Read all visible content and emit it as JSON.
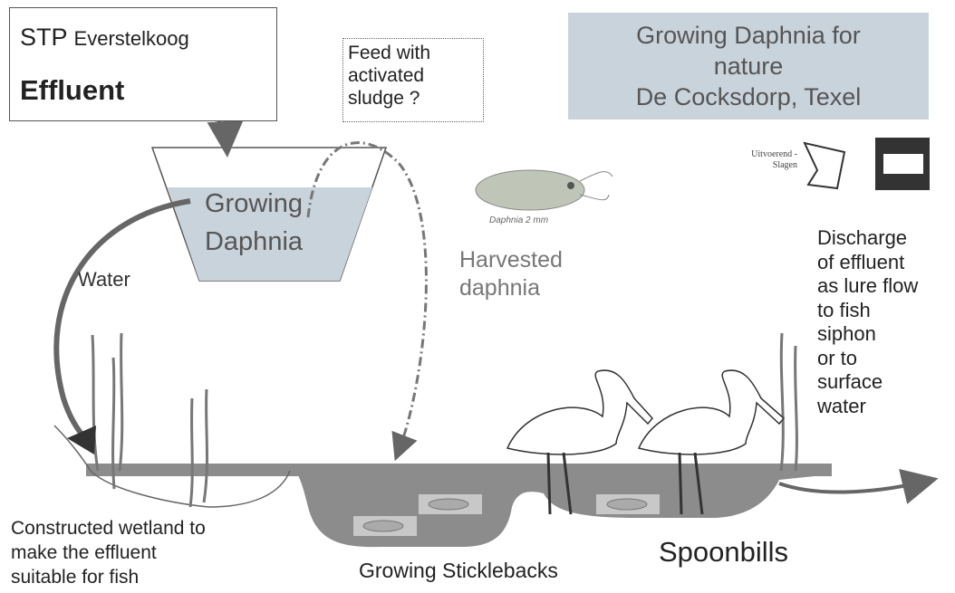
{
  "source_box": {
    "prefix": "STP",
    "name": "Everstelkoog",
    "label": "Effluent"
  },
  "feed_note": [
    "Feed with",
    "activated",
    "sludge ?"
  ],
  "title": [
    "Growing Daphnia for",
    "nature",
    "De Cocksdorp, Texel"
  ],
  "tank": [
    "Growing",
    "Daphnia"
  ],
  "water_label": "Water",
  "harvested_label": [
    "Harvested",
    "daphnia"
  ],
  "daphnia_caption": "Daphnia 2 mm",
  "sponsor_text": [
    "Uitvoerend -",
    "Slagen"
  ],
  "discharge_label": [
    "Discharge",
    "of effluent",
    "as lure flow",
    "to fish",
    "siphon",
    "or to",
    "surface",
    "water"
  ],
  "wetland_label": [
    "Constructed wetland to",
    "make the effluent",
    "suitable for fish"
  ],
  "sticklebacks_label": "Growing Sticklebacks",
  "spoonbills_label": "Spoonbills",
  "colors": {
    "title_bg": "#c9d3dc",
    "water": "#8c8c8c",
    "arrow": "#666666",
    "tank_fill": "#c9d3dc"
  }
}
